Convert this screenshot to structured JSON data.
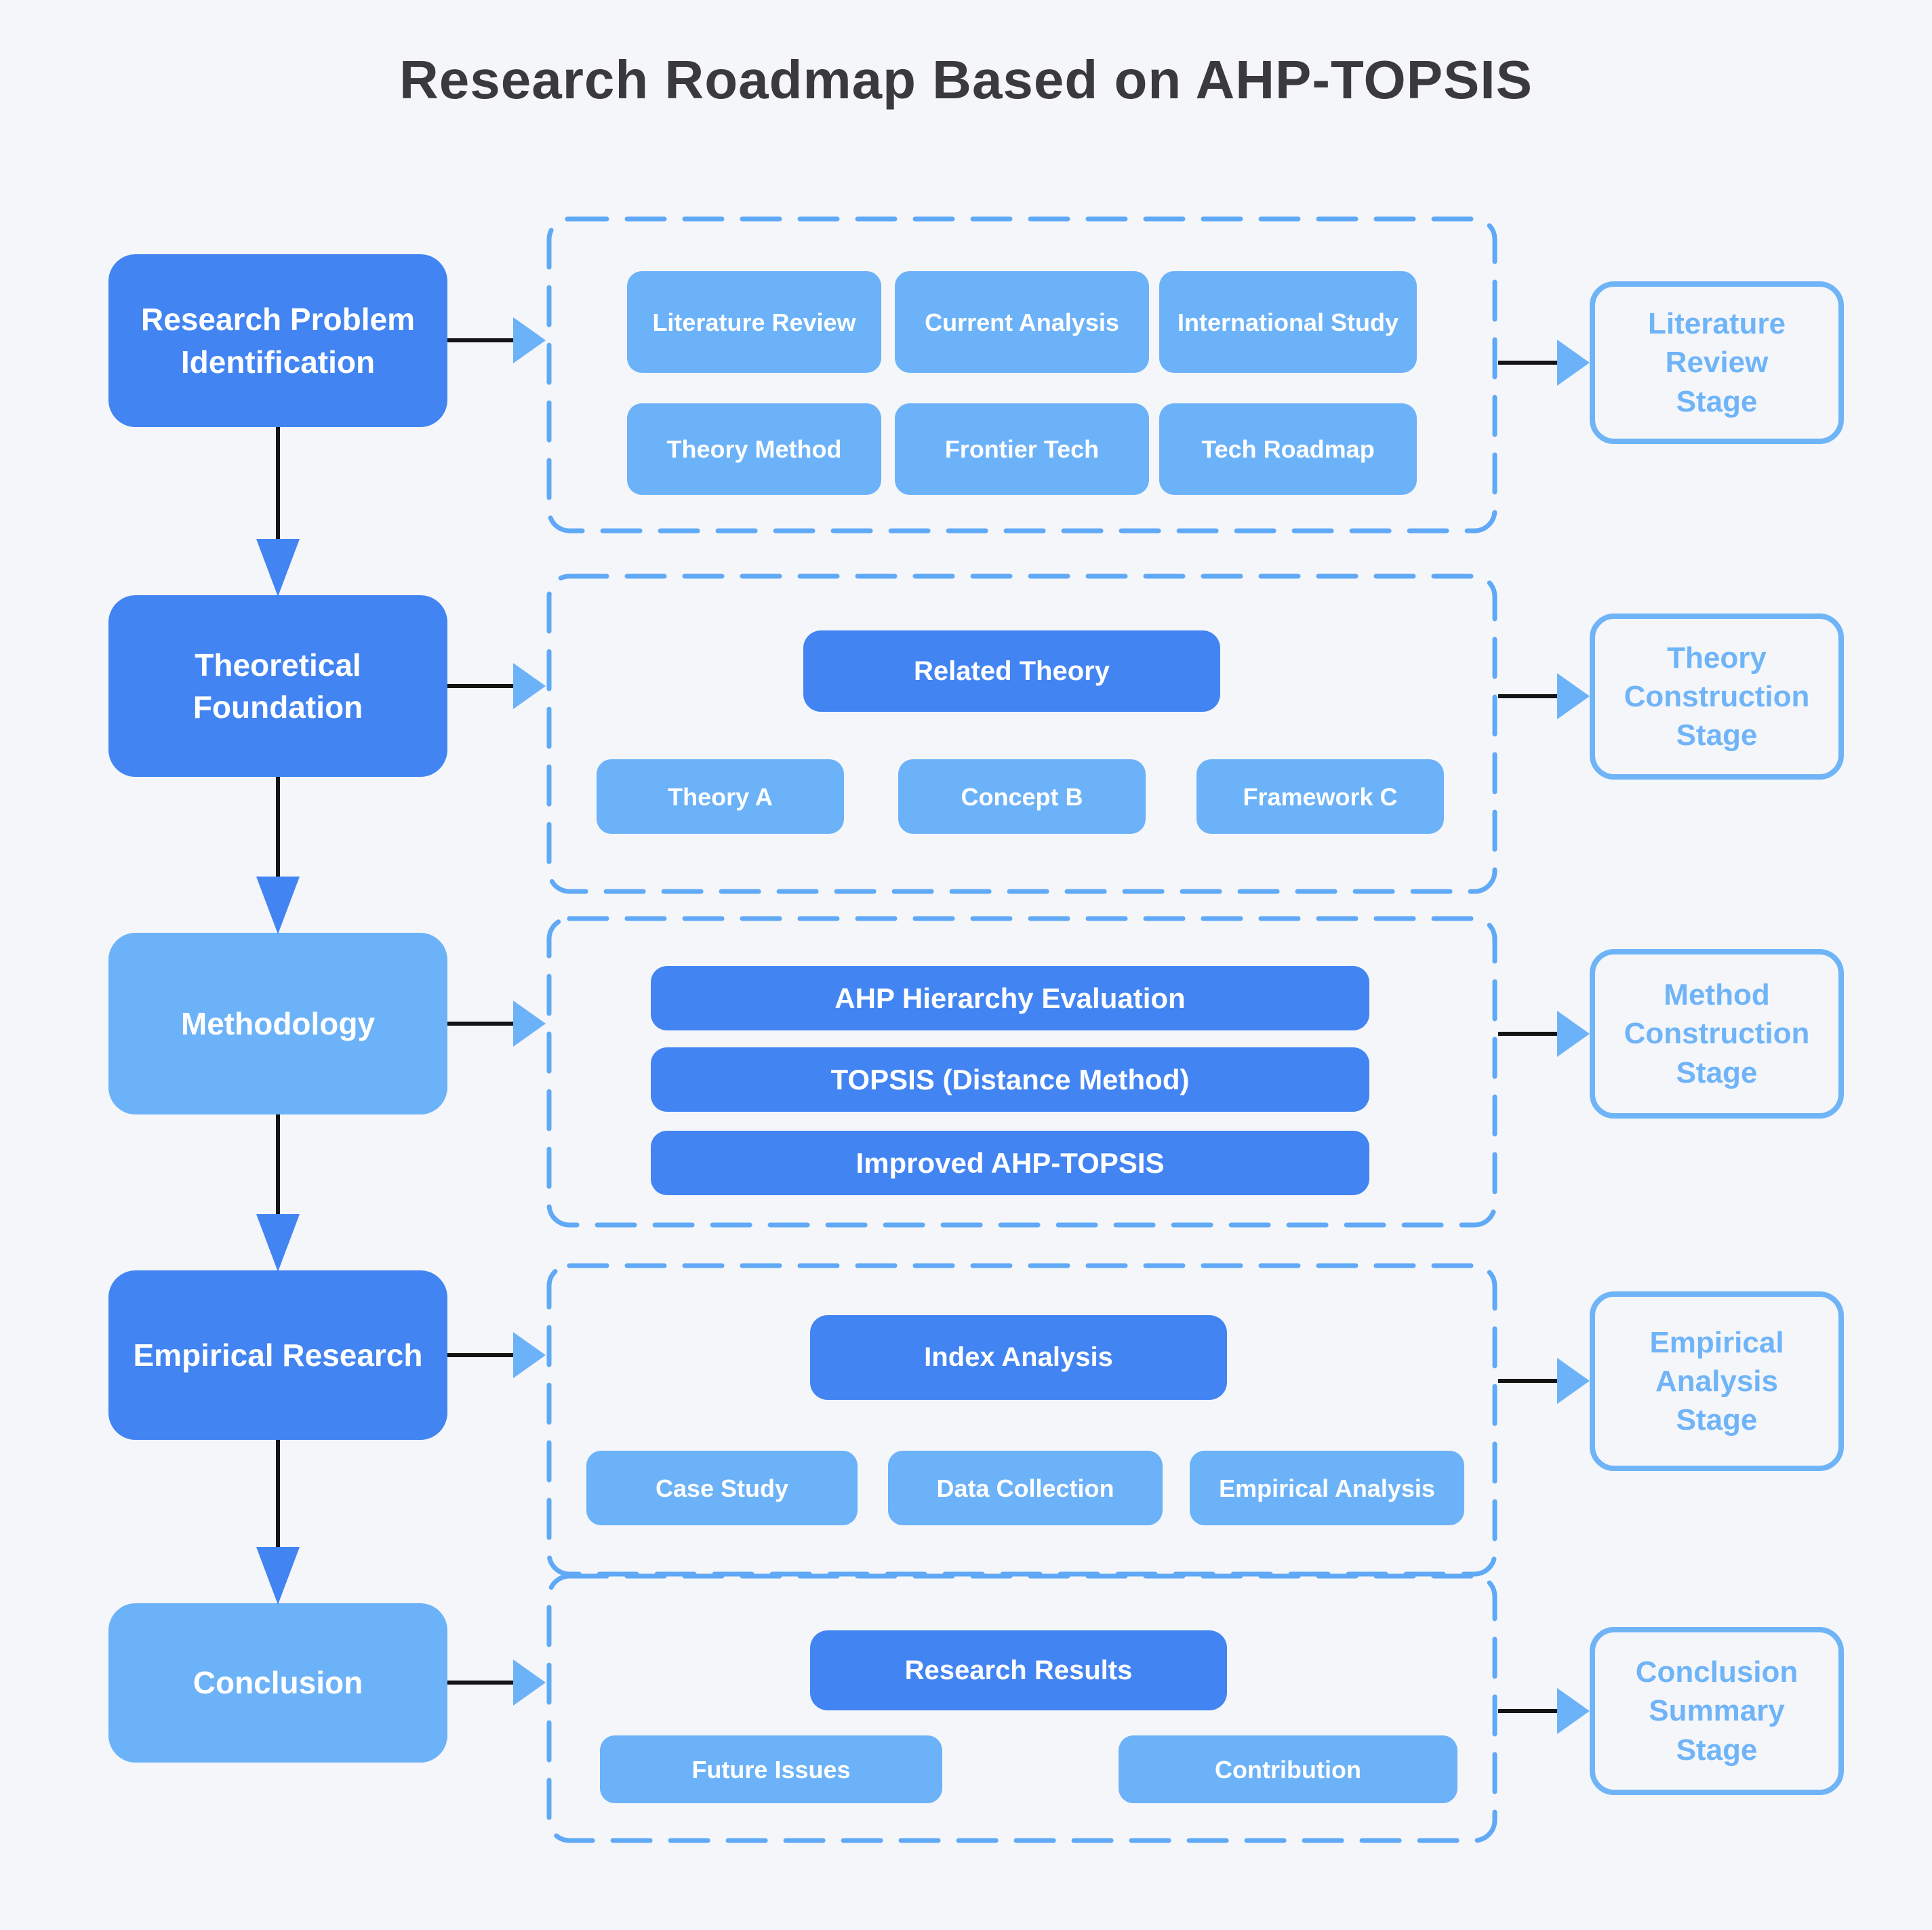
{
  "title": "Research Roadmap Based on AHP-TOPSIS",
  "colors": {
    "primary": "#4284F2",
    "light": "#6CB2F8",
    "outline": "#70B4F8",
    "dash": "#60A9F6",
    "arrow_line": "#141414",
    "background": "#F4F6FA",
    "title_color": "#3A3A3C"
  },
  "stages": [
    {
      "phase": "Research Problem Identification",
      "grid": [
        "Literature Review",
        "Current Analysis",
        "International Study",
        "Theory Method",
        "Frontier Tech",
        "Tech Roadmap"
      ],
      "stage": [
        "Literature",
        "Review",
        "Stage"
      ]
    },
    {
      "phase": "Theoretical Foundation",
      "primary": "Related Theory",
      "row": [
        "Theory A",
        "Concept B",
        "Framework C"
      ],
      "stage": [
        "Theory",
        "Construction",
        "Stage"
      ]
    },
    {
      "phase": "Methodology",
      "stack": [
        "AHP Hierarchy Evaluation",
        "TOPSIS (Distance Method)",
        "Improved AHP-TOPSIS"
      ],
      "stage": [
        "Method",
        "Construction",
        "Stage"
      ]
    },
    {
      "phase": "Empirical Research",
      "primary": "Index Analysis",
      "row": [
        "Case Study",
        "Data Collection",
        "Empirical Analysis"
      ],
      "stage": [
        "Empirical",
        "Analysis",
        "Stage"
      ]
    },
    {
      "phase": "Conclusion",
      "primary": "Research Results",
      "row": [
        "Future Issues",
        "Contribution"
      ],
      "stage": [
        "Conclusion",
        "Summary",
        "Stage"
      ]
    }
  ]
}
